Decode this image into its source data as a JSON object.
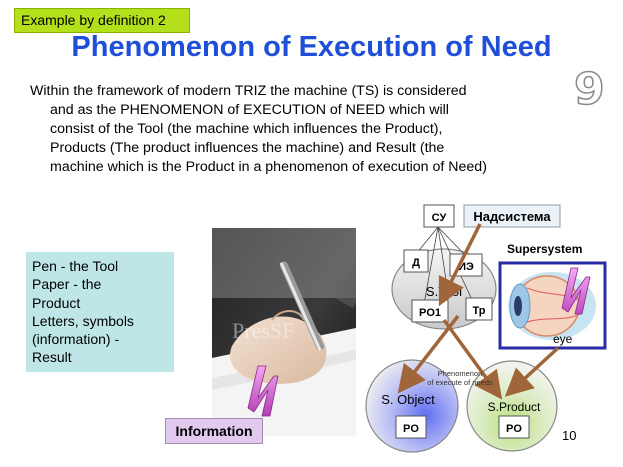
{
  "tag": "Example by definition 2",
  "title": "Phenomenon of Execution of Need",
  "slide_badge": "9",
  "body_lines": [
    "Within the framework of modern TRIZ the machine (TS) is considered",
    "and as the PHENOMENON of EXECUTION of NEED which will",
    "consist of the Tool (the machine which influences the Product),",
    "Products (The product influences the machine) and Result (the",
    "machine which is the Product in a phenomenon of execution of Need)"
  ],
  "pen_box_lines": [
    "Pen - the Tool",
    "Paper - the",
    "Product",
    "Letters, symbols",
    "(information) -",
    "Result"
  ],
  "info_label": "Information",
  "photo_watermark": "PresSF",
  "diagram": {
    "su": "СУ",
    "nadsistema": "Надсистема",
    "supersystem": "Supersystem",
    "d": "Д",
    "ie": "ИЭ",
    "tool": "S.Tool",
    "po1": "PO1",
    "tr": "Тр",
    "eye": "eye",
    "phenomenon_line1": "Phenomenon",
    "phenomenon_line2": "of execute of needs",
    "object": "S. Object",
    "product": "S.Product",
    "po_object": "PO",
    "po_product": "PO"
  },
  "page_number": "10",
  "colors": {
    "title": "#1f4fd8",
    "tag_bg": "#b3e01a",
    "pen_box_bg": "#bfe6e6",
    "info_bg": "#e2c9ee",
    "arrow": "#a0663a",
    "frame_blue": "#2b2ba6",
    "icon_pink": "#d96ad9"
  }
}
